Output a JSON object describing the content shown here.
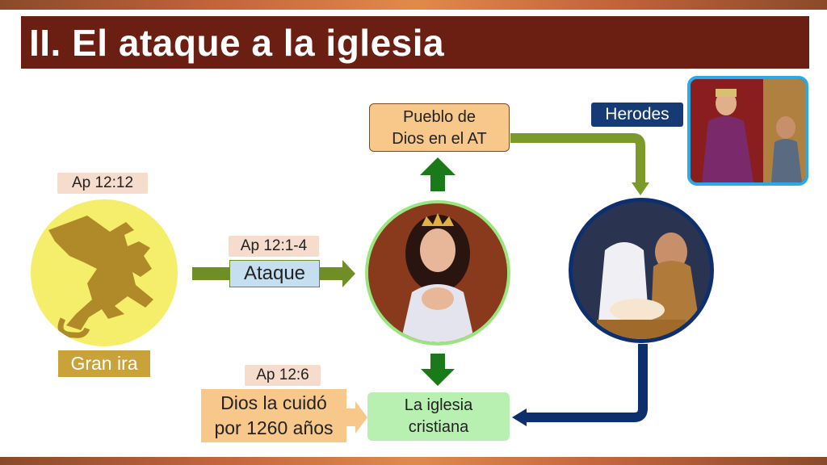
{
  "slide": {
    "title": "II. El ataque a la iglesia"
  },
  "labels": {
    "ap_12_12": "Ap 12:12",
    "ap_12_1_4": "Ap 12:1-4",
    "ap_12_6": "Ap 12:6",
    "ataque": "Ataque",
    "gran_ira": "Gran ira",
    "herodes": "Herodes",
    "pueblo_line1": "Pueblo de",
    "pueblo_line2": "Dios en el AT",
    "iglesia_line1": "La iglesia",
    "iglesia_line2": "cristiana",
    "cuido_line1": "Dios la cuidó",
    "cuido_line2": "por 1260 años"
  },
  "colors": {
    "title_bg": "#6b1f12",
    "dragon_circle": "#f5ee6b",
    "dragon": "#b08a28",
    "gran_ira_bg": "#c9a23a",
    "ataque_bg": "#c6dff0",
    "olive_arrow": "#7a9a2a",
    "green_arrow": "#1a7a1a",
    "navy_arrow": "#0d2f6e",
    "herodes_bg": "#163a73",
    "pueblo_bg": "#f7c88a",
    "iglesia_bg": "#b7f0b0",
    "cuido_bg": "#f7c88a"
  }
}
